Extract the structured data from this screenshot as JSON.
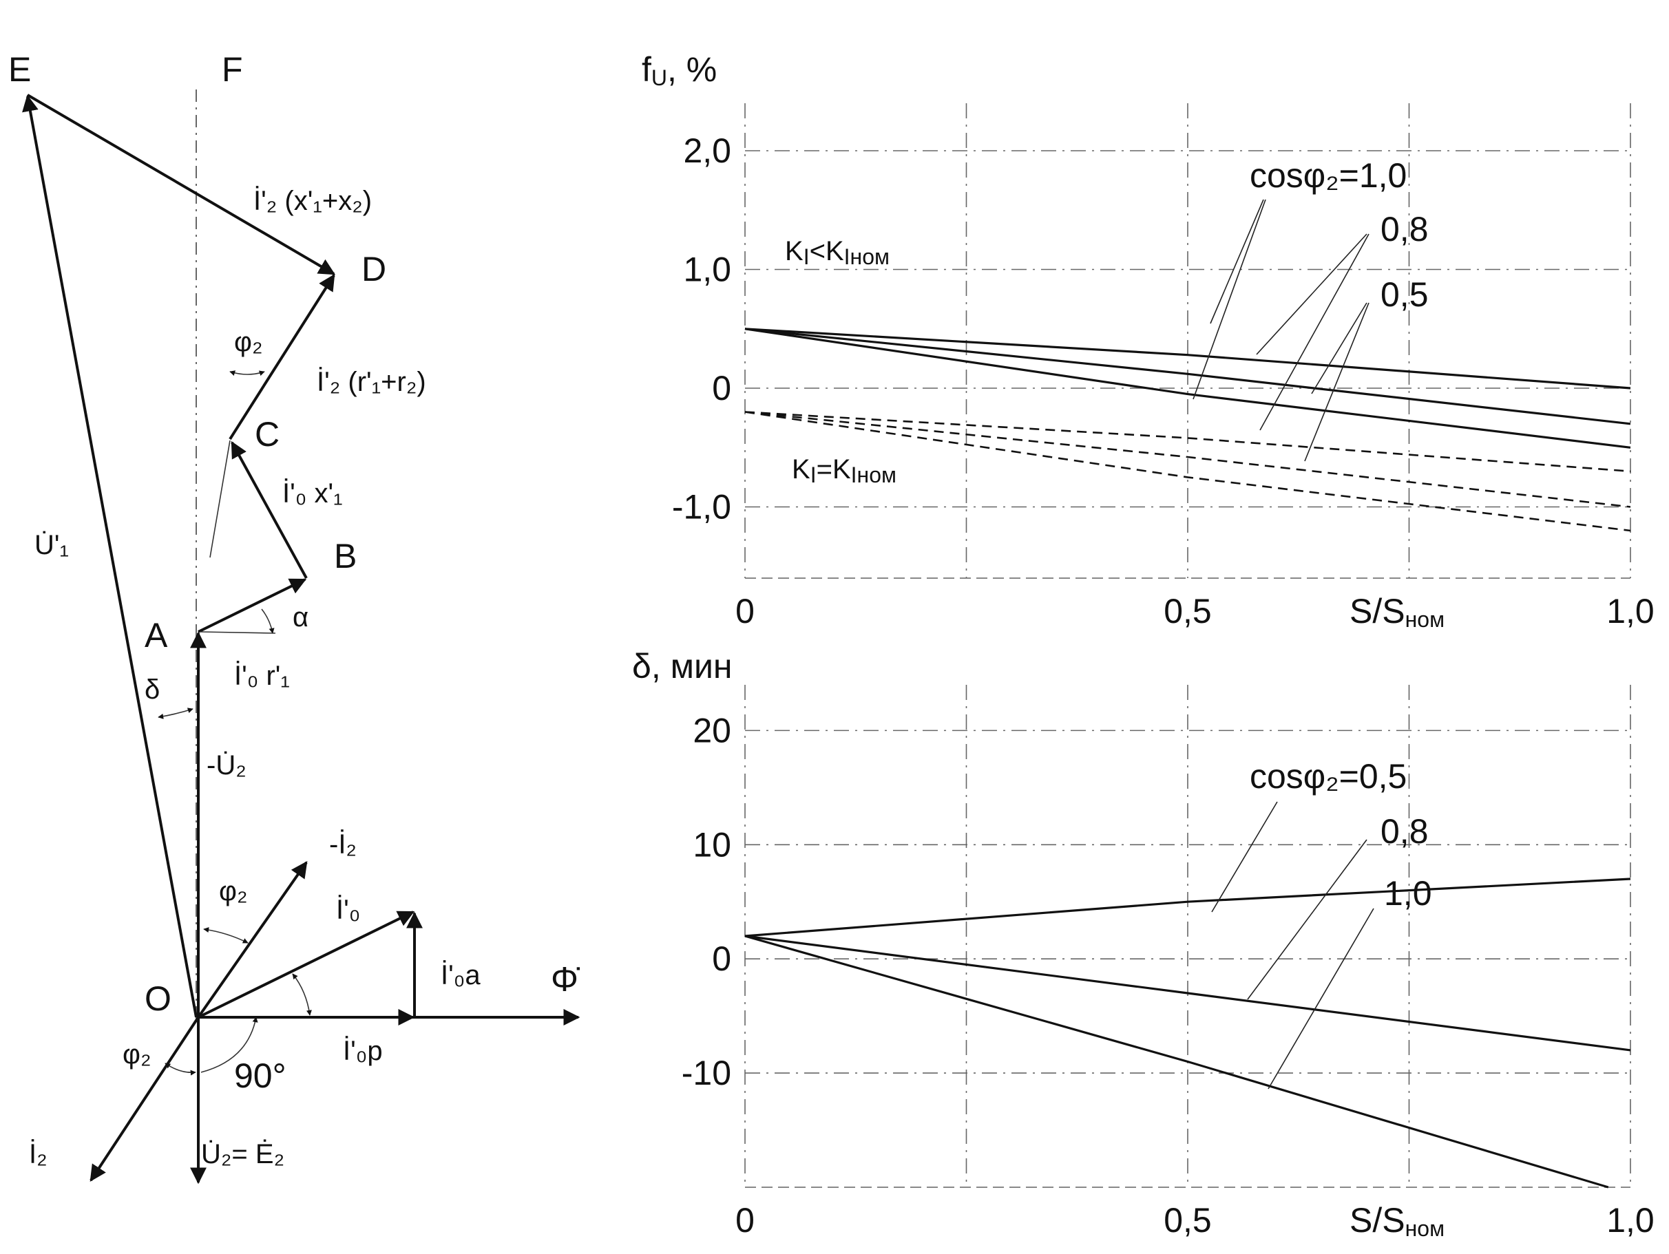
{
  "phasor": {
    "points": {
      "E": "E",
      "F": "F",
      "D": "D",
      "C": "C",
      "B": "B",
      "A": "A",
      "O": "O"
    },
    "labels": {
      "i2_xsum": "İ'₂ (x'₁+x₂)",
      "i2_rsum": "İ'₂ (r'₁+r₂)",
      "i0_x1": "İ'₀ x'₁",
      "i0_r1": "İ'₀ r'₁",
      "u1": "U̇'₁",
      "minus_u2": "-U̇₂",
      "minus_i2": "-İ₂",
      "i0": "İ'₀",
      "i0a": "İ'₀a",
      "i0p": "İ'₀p",
      "phi_flux": "Φ̇",
      "i2": "İ₂",
      "u2_e2": "U̇₂=  Ė₂",
      "phi2_a": "φ₂",
      "phi2_b": "φ₂",
      "phi2_c": "φ₂",
      "alpha": "α",
      "delta": "δ",
      "ninety": "90°"
    }
  },
  "chart_data": [
    {
      "type": "line",
      "ylabel": "f",
      "ylabel_sub": "U",
      "ylabel_unit": ", %",
      "xlabel": "S/S",
      "xlabel_sub": "ном",
      "xlim": [
        0,
        1.0
      ],
      "ylim": [
        -1.6,
        2.4
      ],
      "xticks": [
        0,
        0.5,
        1.0
      ],
      "xtick_labels": [
        "0",
        "0,5",
        "1,0"
      ],
      "yticks": [
        2.0,
        1.0,
        0,
        -1.0
      ],
      "ytick_labels": [
        "2,0",
        "1,0",
        "0",
        "-1,0"
      ],
      "grid": true,
      "annotations": {
        "cos_label": "cosφ₂=1,0",
        "v08": "0,8",
        "v05": "0,5",
        "k_lt": "K",
        "k_lt_sub": "I",
        "k_lt_rel": "<K",
        "k_lt_sub2": "Iном",
        "k_eq": "K",
        "k_eq_sub": "I",
        "k_eq_rel": "=K",
        "k_eq_sub2": "Iном"
      },
      "series": [
        {
          "name": "cosφ₂=1,0",
          "group": "KI<KIном",
          "style": "solid",
          "x": [
            0,
            0.5,
            1.0
          ],
          "y": [
            0.5,
            0.28,
            0.0
          ]
        },
        {
          "name": "0,8",
          "group": "KI<KIном",
          "style": "solid",
          "x": [
            0,
            0.5,
            1.0
          ],
          "y": [
            0.5,
            0.12,
            -0.3
          ]
        },
        {
          "name": "0,5",
          "group": "KI<KIном",
          "style": "solid",
          "x": [
            0,
            0.5,
            1.0
          ],
          "y": [
            0.5,
            -0.05,
            -0.5
          ]
        },
        {
          "name": "cosφ₂=1,0",
          "group": "KI=KIном",
          "style": "dashed",
          "x": [
            0,
            0.5,
            1.0
          ],
          "y": [
            -0.2,
            -0.42,
            -0.7
          ]
        },
        {
          "name": "0,8",
          "group": "KI=KIном",
          "style": "dashed",
          "x": [
            0,
            0.5,
            1.0
          ],
          "y": [
            -0.2,
            -0.58,
            -1.0
          ]
        },
        {
          "name": "0,5",
          "group": "KI=KIном",
          "style": "dashed",
          "x": [
            0,
            0.5,
            1.0
          ],
          "y": [
            -0.2,
            -0.75,
            -1.2
          ]
        }
      ]
    },
    {
      "type": "line",
      "ylabel": "δ, мин",
      "xlabel": "S/S",
      "xlabel_sub": "ном",
      "xlim": [
        0,
        1.0
      ],
      "ylim": [
        -20,
        24
      ],
      "xticks": [
        0,
        0.5,
        1.0
      ],
      "xtick_labels": [
        "0",
        "0,5",
        "1,0"
      ],
      "yticks": [
        20,
        10,
        0,
        -10
      ],
      "ytick_labels": [
        "20",
        "10",
        "0",
        "-10"
      ],
      "grid": true,
      "annotations": {
        "cos_label": "cosφ₂=0,5",
        "v08": "0,8",
        "v10": "1,0"
      },
      "series": [
        {
          "name": "cosφ₂=0,5",
          "style": "solid",
          "x": [
            0,
            0.5,
            1.0
          ],
          "y": [
            2,
            5,
            7
          ]
        },
        {
          "name": "0,8",
          "style": "solid",
          "x": [
            0,
            0.5,
            1.0
          ],
          "y": [
            2,
            -3,
            -8
          ]
        },
        {
          "name": "1,0",
          "style": "solid",
          "x": [
            0,
            0.5,
            0.975
          ],
          "y": [
            2,
            -9,
            -20
          ]
        }
      ]
    }
  ]
}
